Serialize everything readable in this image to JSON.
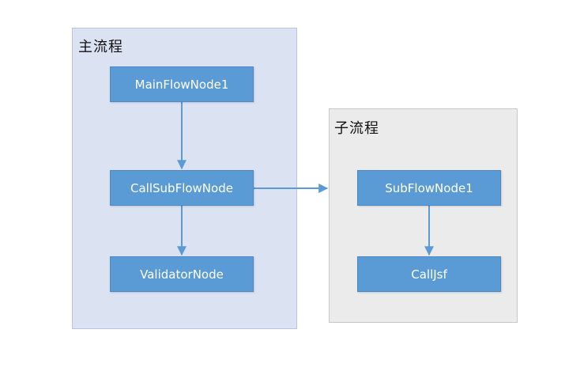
{
  "groups": {
    "main": {
      "title": "主流程"
    },
    "sub": {
      "title": "子流程"
    }
  },
  "nodes": {
    "main_flow_node_1": "MainFlowNode1",
    "call_sub_flow_node": "CallSubFlowNode",
    "validator_node": "ValidatorNode",
    "sub_flow_node_1": "SubFlowNode1",
    "call_jsf": "CallJsf"
  },
  "edges": [
    {
      "from": "MainFlowNode1",
      "to": "CallSubFlowNode"
    },
    {
      "from": "CallSubFlowNode",
      "to": "ValidatorNode"
    },
    {
      "from": "CallSubFlowNode",
      "to": "子流程"
    },
    {
      "from": "SubFlowNode1",
      "to": "CallJsf"
    }
  ],
  "colors": {
    "node_fill": "#5b9bd5",
    "edge": "#5b9bd5",
    "main_group_fill": "#dbe2f2",
    "sub_group_fill": "#ebebeb"
  }
}
